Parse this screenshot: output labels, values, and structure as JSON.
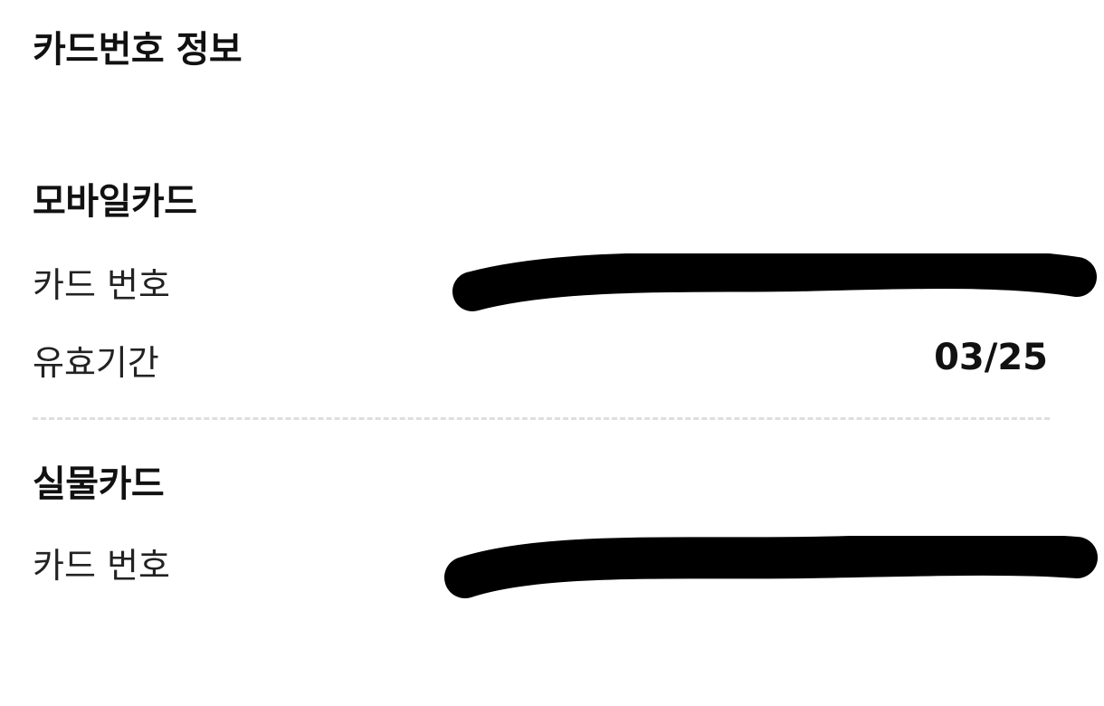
{
  "page": {
    "title": "카드번호 정보"
  },
  "mobile_card": {
    "section_title": "모바일카드",
    "card_number_label": "카드 번호",
    "card_number_value": "",
    "expiry_label": "유효기간",
    "expiry_value": "03/25"
  },
  "physical_card": {
    "section_title": "실물카드",
    "card_number_label": "카드 번호",
    "card_number_value": ""
  },
  "colors": {
    "text": "#111111",
    "redaction": "#000000",
    "divider": "#dedede"
  }
}
